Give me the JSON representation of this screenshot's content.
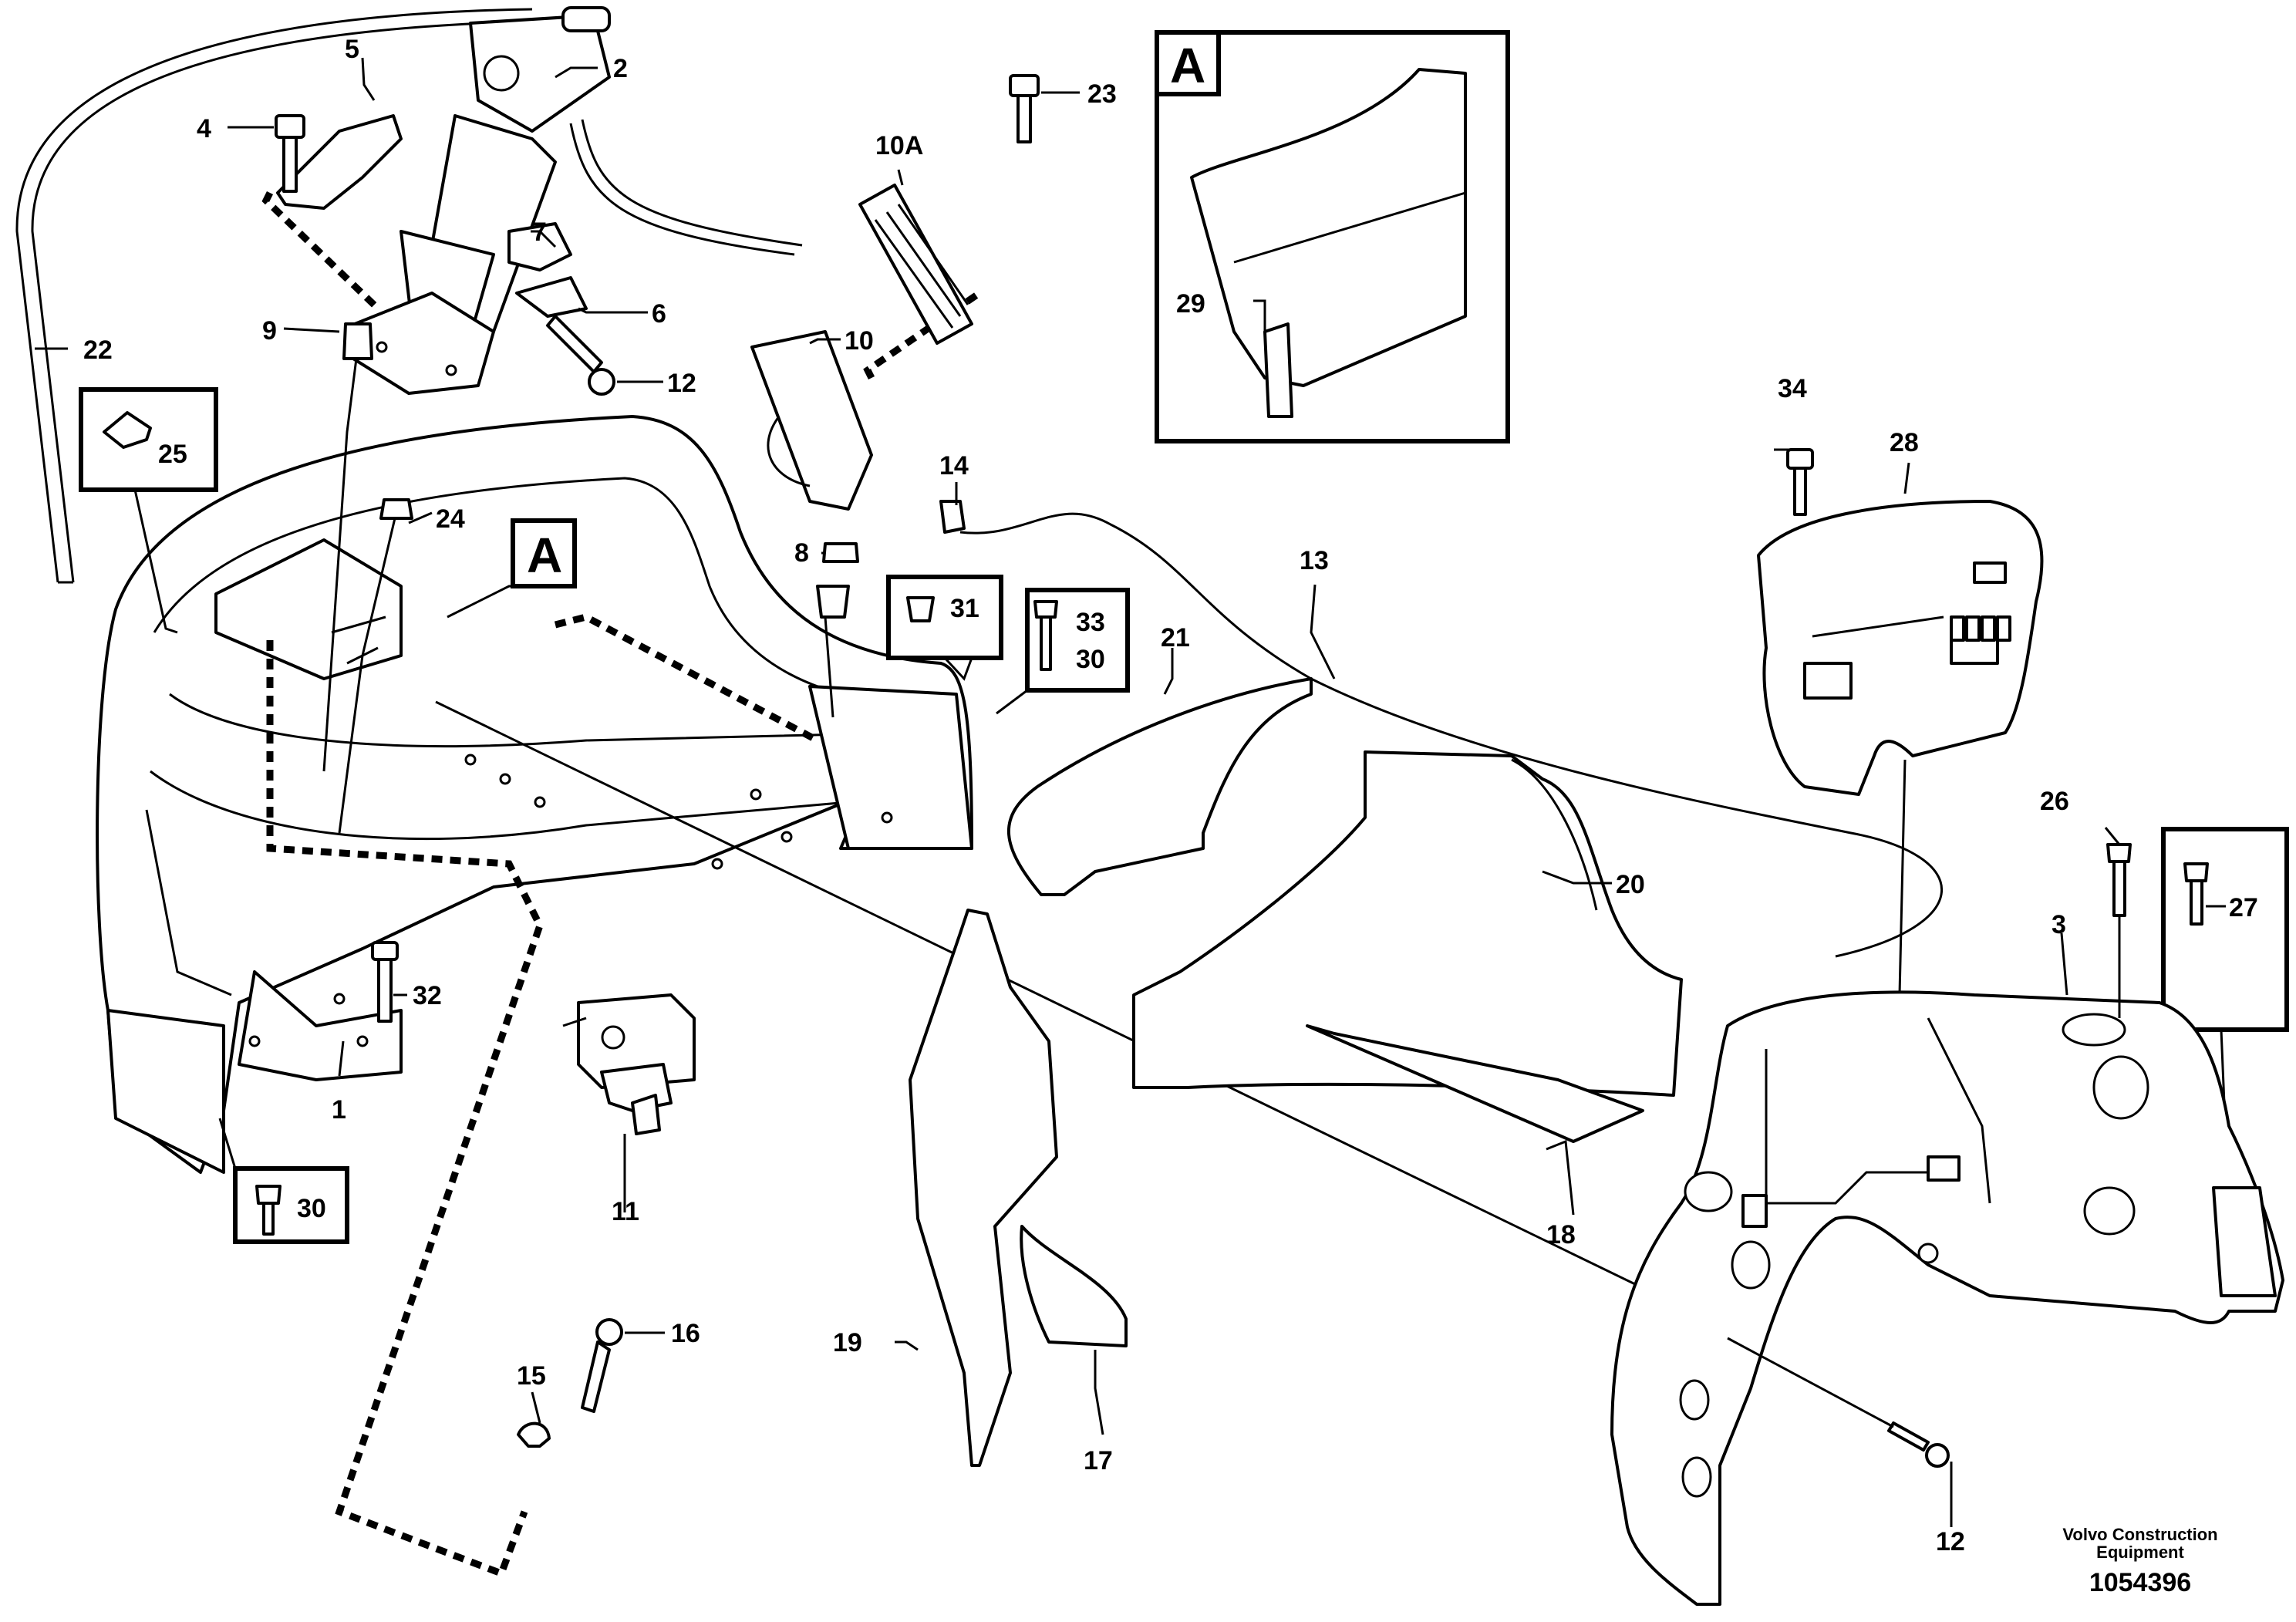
{
  "callouts": {
    "c1": "1",
    "c2": "2",
    "c3": "3",
    "c4": "4",
    "c5": "5",
    "c6": "6",
    "c7": "7",
    "c8": "8",
    "c9": "9",
    "c10": "10",
    "c10a": "10A",
    "c11": "11",
    "c12a": "12",
    "c12b": "12",
    "c13": "13",
    "c14": "14",
    "c15": "15",
    "c16": "16",
    "c17": "17",
    "c18": "18",
    "c19": "19",
    "c20": "20",
    "c21": "21",
    "c22": "22",
    "c23": "23",
    "c24": "24",
    "c25": "25",
    "c26": "26",
    "c27": "27",
    "c28": "28",
    "c29": "29",
    "c30a": "30",
    "c30b": "30",
    "c31": "31",
    "c32": "32",
    "c33": "33",
    "c34": "34"
  },
  "detail": {
    "inset_label": "A",
    "pointer_label": "A"
  },
  "footer": {
    "credit_line1": "Volvo Construction",
    "credit_line2": "Equipment",
    "document_number": "1054396"
  }
}
